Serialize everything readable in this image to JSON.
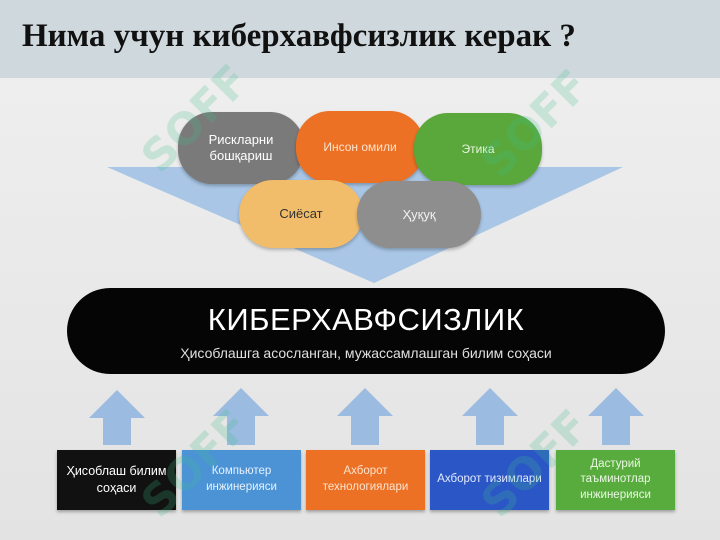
{
  "title": "Нима учун киберхавфсизлик керак ?",
  "top_pills": {
    "risk": "Рискларни бошқариш",
    "human": "Инсон омили",
    "ethics": "Этика",
    "policy": "Сиёсат",
    "law": "Ҳуқуқ"
  },
  "main": {
    "title": "КИБЕРХАВФСИЗЛИК",
    "subtitle": "Ҳисоблашга асосланган, мужассамлашган билим соҳаси"
  },
  "bottom_boxes": [
    "Ҳисоблаш билим соҳаси",
    "Компьютер инжинерияси",
    "Ахборот технологиялари",
    "Ахборот тизимлари",
    "Дастурий таъминотлар инжинерияси"
  ],
  "watermark": "SOFF",
  "colors": {
    "gray": "#7a7a7a",
    "orange": "#ec7124",
    "green": "#5aa83c",
    "gold": "#f1bd6a",
    "light_blue": "#4c93d6",
    "dark_blue": "#2b57c6",
    "funnel": "#a9c6e6",
    "arrow": "#9bbbe0"
  }
}
